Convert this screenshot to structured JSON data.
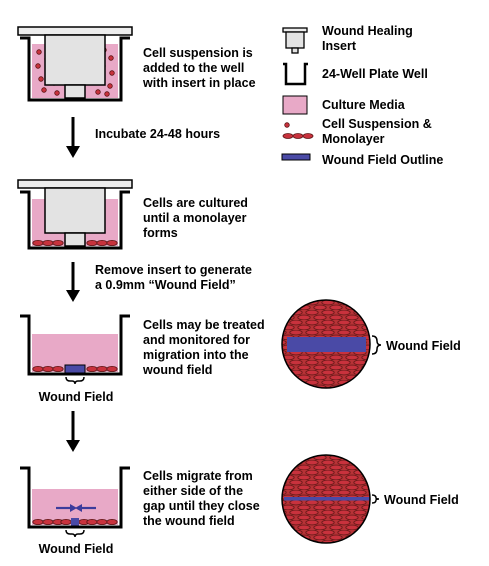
{
  "legend": {
    "items": [
      {
        "name": "insert",
        "lines": [
          "Wound Healing",
          "Insert"
        ]
      },
      {
        "name": "well",
        "lines": [
          "24-Well Plate Well"
        ]
      },
      {
        "name": "media",
        "lines": [
          "Culture Media"
        ]
      },
      {
        "name": "cells",
        "lines": [
          "Cell Suspension &",
          "Monolayer"
        ]
      },
      {
        "name": "wound",
        "lines": [
          "Wound Field Outline"
        ]
      }
    ]
  },
  "steps": [
    {
      "lines": [
        "Cell suspension is",
        "added to the well",
        "with insert in place"
      ]
    },
    {
      "lines": [
        "Cells are cultured",
        "until a monolayer",
        "forms"
      ]
    },
    {
      "lines": [
        "Cells may be treated",
        "and monitored for",
        "migration into the",
        "wound field"
      ]
    },
    {
      "lines": [
        "Cells migrate from",
        "either side of the",
        "gap until they close",
        "the wound field"
      ]
    }
  ],
  "transitions": [
    {
      "lines": [
        "Incubate 24-48 hours"
      ]
    },
    {
      "lines": [
        "Remove insert to generate",
        "a 0.9mm “Wound Field”"
      ]
    }
  ],
  "labels": {
    "wound_field": "Wound Field"
  },
  "colors": {
    "media": "#e8a9c7",
    "cells": "#c8323d",
    "cells_outline": "#5a1515",
    "wound": "#4a4aa6",
    "insert": "#e3e3e3",
    "dish_fill": "#b73236"
  }
}
